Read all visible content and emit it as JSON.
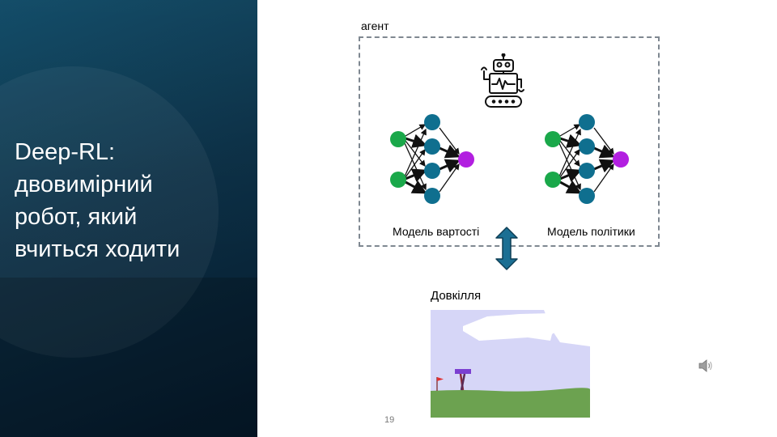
{
  "slide": {
    "title": "Deep-RL:\n двовимірний\nробот, який\nвчиться ходити",
    "page_number": "19"
  },
  "agent": {
    "label": "агент",
    "icon": "robot-icon",
    "value_model_label": "Модель вартості",
    "policy_model_label": "Модель політики"
  },
  "environment": {
    "label": "Довкілля"
  },
  "colors": {
    "panel_bg": "#0b2f45",
    "input_node": "#1aa84a",
    "hidden_node": "#0f6f8f",
    "output_node": "#b21fe0",
    "arrow_fill": "#1b6f93",
    "sky": "#d6d6f7",
    "ground": "#6ca250",
    "walker": "#7b3fd1"
  },
  "icons": [
    "robot-icon",
    "double-arrow-icon",
    "speaker-icon",
    "flag-icon"
  ]
}
